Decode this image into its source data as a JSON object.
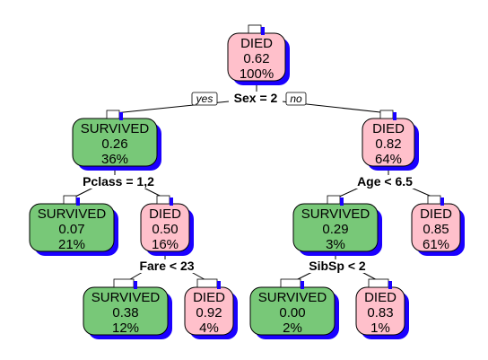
{
  "branch_labels": {
    "yes": "yes",
    "no": "no"
  },
  "nodes": [
    {
      "id": "1",
      "cls": "DIED",
      "prob": "0.62",
      "pct": "100%"
    },
    {
      "id": "2",
      "cls": "SURVIVED",
      "prob": "0.26",
      "pct": "36%"
    },
    {
      "id": "3",
      "cls": "DIED",
      "prob": "0.82",
      "pct": "64%"
    },
    {
      "id": "4",
      "cls": "SURVIVED",
      "prob": "0.07",
      "pct": "21%"
    },
    {
      "id": "5",
      "cls": "DIED",
      "prob": "0.50",
      "pct": "16%"
    },
    {
      "id": "6",
      "cls": "SURVIVED",
      "prob": "0.29",
      "pct": "3%"
    },
    {
      "id": "7",
      "cls": "DIED",
      "prob": "0.85",
      "pct": "61%"
    },
    {
      "id": "10",
      "cls": "SURVIVED",
      "prob": "0.38",
      "pct": "12%"
    },
    {
      "id": "11",
      "cls": "DIED",
      "prob": "0.92",
      "pct": "4%"
    },
    {
      "id": "12",
      "cls": "SURVIVED",
      "prob": "0.00",
      "pct": "2%"
    },
    {
      "id": "13",
      "cls": "DIED",
      "prob": "0.83",
      "pct": "1%"
    }
  ],
  "splits": [
    {
      "node": "1",
      "label": "Sex = 2"
    },
    {
      "node": "2",
      "label": "Pclass = 1,2"
    },
    {
      "node": "3",
      "label": "Age < 6.5"
    },
    {
      "node": "5",
      "label": "Fare < 23"
    },
    {
      "node": "6",
      "label": "SibSp < 2"
    }
  ],
  "colors": {
    "died": "#ffc0cb",
    "survived": "#78c878",
    "shadow": "#1a00ff"
  }
}
